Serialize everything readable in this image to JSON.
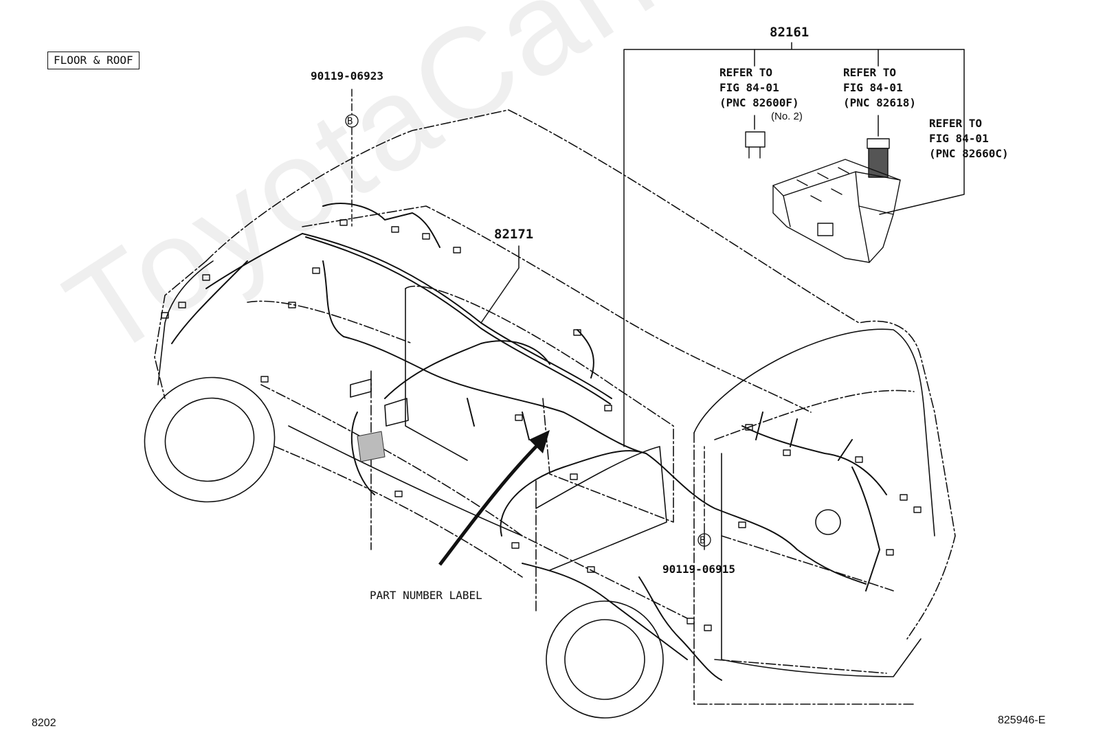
{
  "section_label": "FLOOR & ROOF",
  "watermark": "ToyotaCarMine.ru",
  "parts": {
    "main_harness": "82161",
    "floor_harness": "82171",
    "clamp_front": "90119-06923",
    "clamp_rear": "90119-06915"
  },
  "clamp_marker": "B",
  "refs": [
    {
      "line1": "REFER TO",
      "line2": "FIG 84-01",
      "line3": "(PNC 82600F)",
      "note": "(No. 2)"
    },
    {
      "line1": "REFER TO",
      "line2": "FIG 84-01",
      "line3": "(PNC 82618)"
    },
    {
      "line1": "REFER TO",
      "line2": "FIG 84-01",
      "line3": "(PNC 82660C)"
    }
  ],
  "part_number_label": "PART NUMBER LABEL",
  "page_code": "8202",
  "drawing_code": "825946-E"
}
